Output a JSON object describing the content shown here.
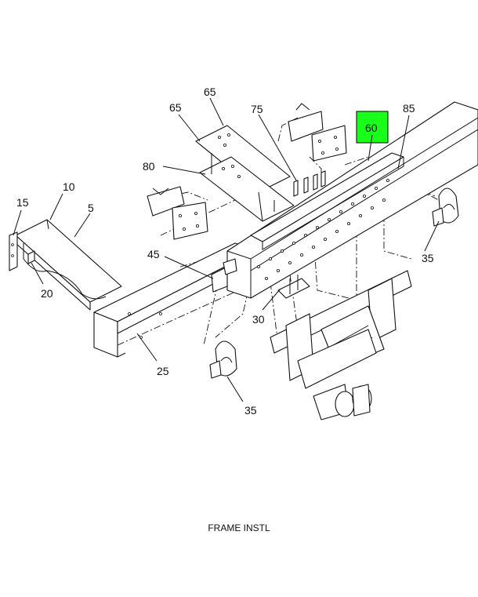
{
  "callouts": {
    "c5": "5",
    "c10": "10",
    "c15": "15",
    "c20": "20",
    "c25": "25",
    "c30": "30",
    "c35a": "35",
    "c35b": "35",
    "c45": "45",
    "c60": "60",
    "c65a": "65",
    "c65b": "65",
    "c75": "75",
    "c80": "80",
    "c85": "85"
  },
  "highlight": {
    "callout": "60",
    "color": "#1aff1a"
  },
  "caption": "FRAME INSTL"
}
